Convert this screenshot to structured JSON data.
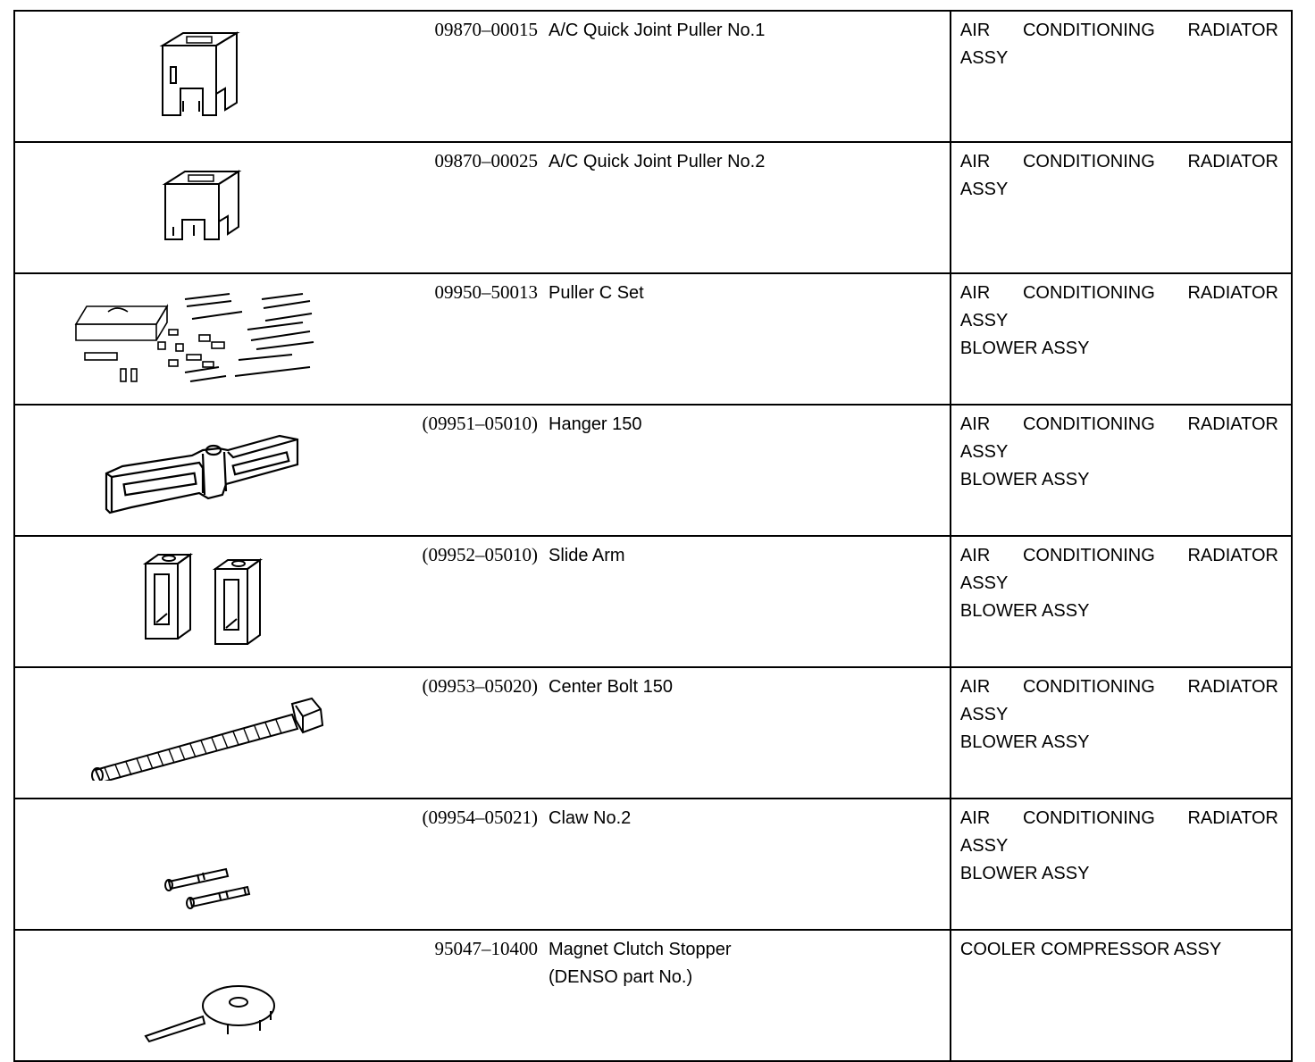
{
  "rows": [
    {
      "illustration": "quick-joint-puller-1-illustration",
      "part_no": "09870–00015",
      "name_lines": [
        "A/C Quick Joint Puller No.1"
      ],
      "use_lines": [
        "AIR CONDITIONING RADIATOR",
        "ASSY"
      ]
    },
    {
      "illustration": "quick-joint-puller-2-illustration",
      "part_no": "09870–00025",
      "name_lines": [
        "A/C Quick Joint Puller No.2"
      ],
      "use_lines": [
        "AIR CONDITIONING RADIATOR",
        "ASSY"
      ]
    },
    {
      "illustration": "puller-c-set-illustration",
      "part_no": "09950–50013",
      "name_lines": [
        "Puller C Set"
      ],
      "use_lines": [
        "AIR CONDITIONING RADIATOR",
        "ASSY",
        "BLOWER ASSY"
      ]
    },
    {
      "illustration": "hanger-150-illustration",
      "part_no": "(09951–05010)",
      "name_lines": [
        "Hanger 150"
      ],
      "use_lines": [
        "AIR CONDITIONING RADIATOR",
        "ASSY",
        "BLOWER ASSY"
      ]
    },
    {
      "illustration": "slide-arm-illustration",
      "part_no": "(09952–05010)",
      "name_lines": [
        "Slide Arm"
      ],
      "use_lines": [
        "AIR CONDITIONING RADIATOR",
        "ASSY",
        "BLOWER ASSY"
      ]
    },
    {
      "illustration": "center-bolt-150-illustration",
      "part_no": "(09953–05020)",
      "name_lines": [
        "Center Bolt 150"
      ],
      "use_lines": [
        "AIR CONDITIONING RADIATOR",
        "ASSY",
        "BLOWER ASSY"
      ]
    },
    {
      "illustration": "claw-no2-illustration",
      "part_no": "(09954–05021)",
      "name_lines": [
        "Claw No.2"
      ],
      "use_lines": [
        "AIR CONDITIONING RADIATOR",
        "ASSY",
        "BLOWER ASSY"
      ]
    },
    {
      "illustration": "magnet-clutch-stopper-illustration",
      "part_no": "95047–10400",
      "name_lines": [
        "Magnet Clutch Stopper",
        "(DENSO part No.)"
      ],
      "use_lines": [
        "COOLER COMPRESSOR ASSY"
      ]
    }
  ]
}
